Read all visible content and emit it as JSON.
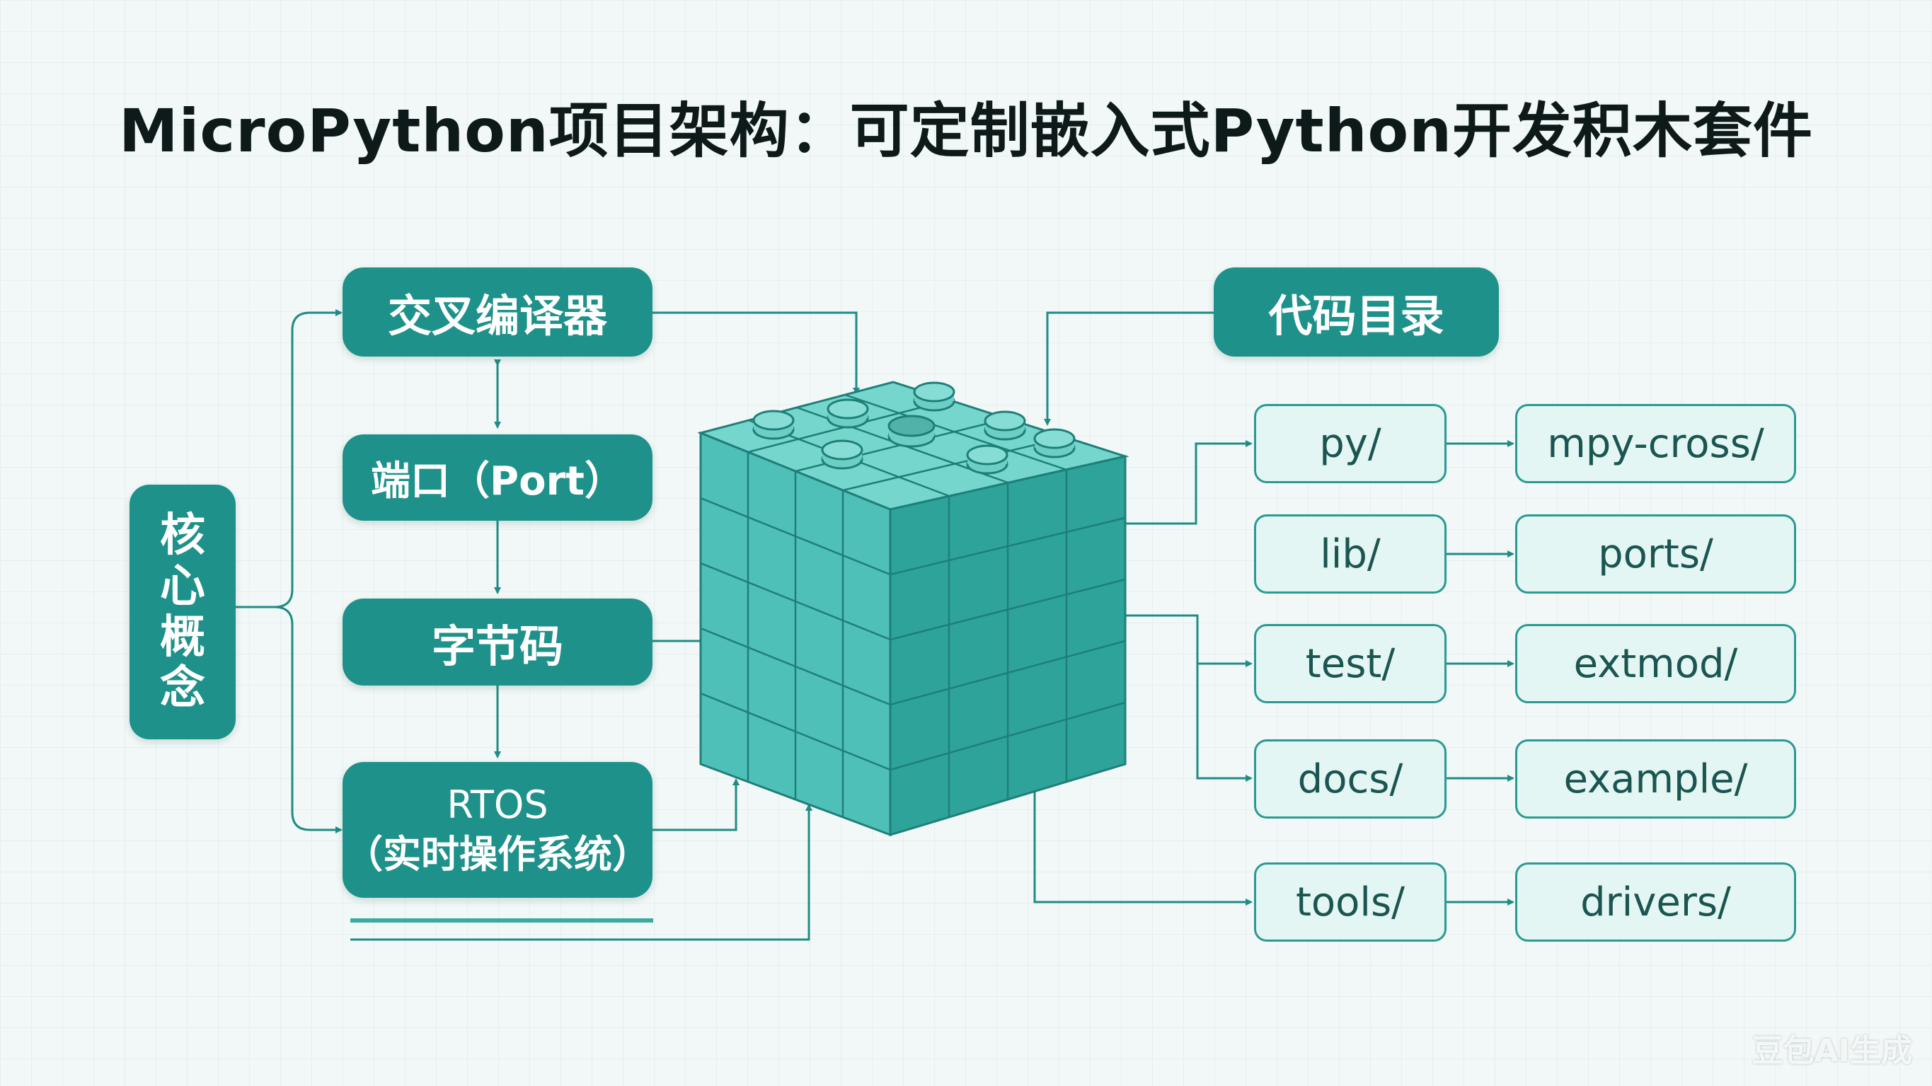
{
  "title": "MicroPython项目架构：可定制嵌入式Python开发积木套件",
  "core_concepts": {
    "label_chars": [
      "核",
      "心",
      "概",
      "念"
    ],
    "items": [
      {
        "label": "交叉编译器"
      },
      {
        "label": "端口（Port）"
      },
      {
        "label": "字节码"
      },
      {
        "label": "RTOS",
        "label2": "（实时操作系统）"
      }
    ]
  },
  "code_directory": {
    "label": "代码目录",
    "rows": [
      {
        "left": "py/",
        "right": "mpy-cross/"
      },
      {
        "left": "lib/",
        "right": "ports/"
      },
      {
        "left": "test/",
        "right": "extmod/"
      },
      {
        "left": "docs/",
        "right": "example/"
      },
      {
        "left": "tools/",
        "right": "drivers/"
      }
    ]
  },
  "watermark": "豆包AI生成",
  "colors": {
    "primary": "#1e918b",
    "light_fill": "#e4f6f3",
    "line": "#1f8c85",
    "cube_front": "#4fc0b7",
    "cube_side": "#2ea39a",
    "cube_top": "#74d6cd"
  }
}
